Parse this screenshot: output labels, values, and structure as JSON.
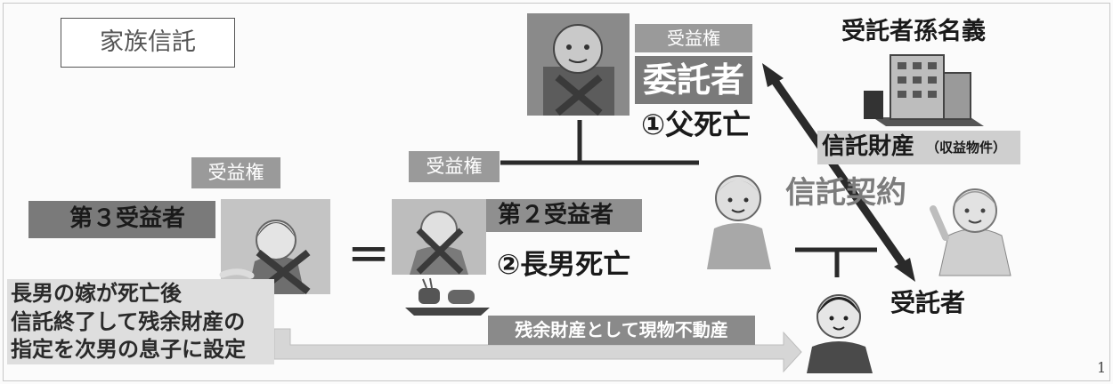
{
  "title": "家族信託",
  "settlor": {
    "benefit_tag": "受益権",
    "role": "委託者",
    "event": "①父死亡"
  },
  "second_beneficiary": {
    "benefit_tag": "受益権",
    "role": "第２受益者",
    "event": "②長男死亡"
  },
  "third_beneficiary": {
    "benefit_tag": "受益権",
    "role": "第３受益者"
  },
  "equals_sign": "＝",
  "trust_property": {
    "owner_caption": "受託者孫名義",
    "label": "信託財産",
    "sub_label": "（収益物件）"
  },
  "trust_contract_label": "信託契約",
  "trustee_label": "受託者",
  "note_lines": [
    "長男の嫁が死亡後",
    "信託終了して残余財産の",
    "指定を次男の息子に設定"
  ],
  "residual_label": "残余財産として現物不動産",
  "page_number": "1",
  "colors": {
    "tag_bg": "#9a9a9a",
    "dark_tag_bg": "#7a7a7a",
    "arrow": "#2a2a2a",
    "cross": "#3a3a3a"
  }
}
